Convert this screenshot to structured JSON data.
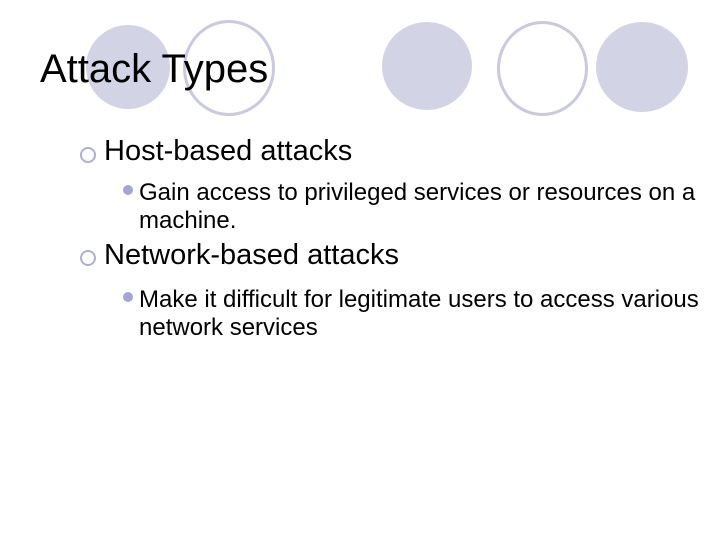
{
  "slide": {
    "title": "Attack Types",
    "bullets": [
      {
        "label": "Host-based attacks",
        "sub": "Gain access to privileged services or resources on a\nmachine."
      },
      {
        "label": "Network-based attacks",
        "sub": "Make it difficult for legitimate users to access various\nnetwork services"
      }
    ],
    "decoration": {
      "circle_fill_color": "#D3D3E6",
      "circle_outline_color": "#C9C9DF",
      "bullet_ring_color": "#AEAED6",
      "bullet_dot_color": "#A5A5D5",
      "text_color": "#000000",
      "background_color": "#FFFFFF",
      "circles": [
        {
          "style": "filled"
        },
        {
          "style": "outlined"
        },
        {
          "style": "filled"
        },
        {
          "style": "outlined"
        },
        {
          "style": "filled"
        }
      ]
    }
  }
}
